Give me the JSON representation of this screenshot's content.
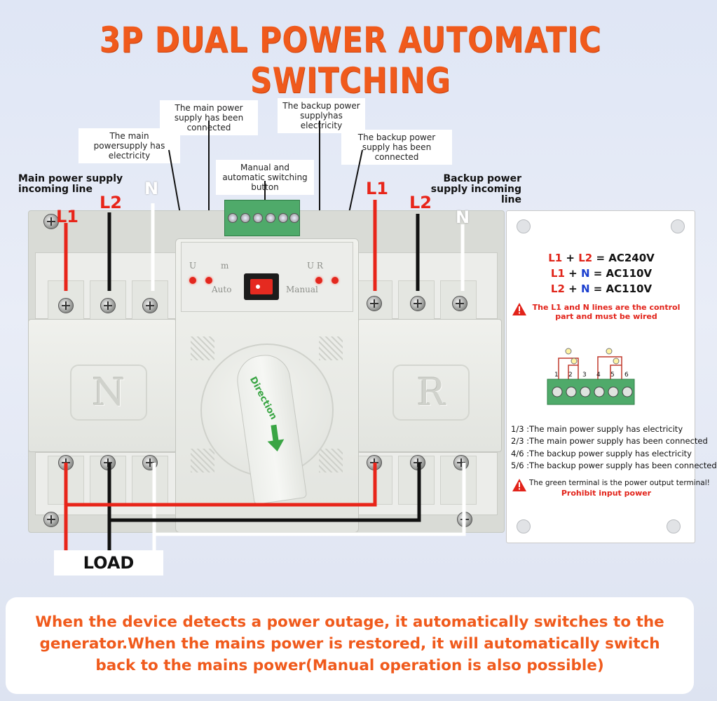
{
  "title": "3P DUAL POWER AUTOMATIC SWITCHING",
  "callouts": {
    "main_connected": "The main power supply has been connected",
    "backup_electricity": "The backup power supplyhas electricity",
    "main_electricity": "The main powersupply has electricity",
    "backup_connected": "The backup power supply has been connected",
    "switch_button": "Manual and automatic switching button"
  },
  "side_labels": {
    "main_incoming": "Main power supply incoming line",
    "backup_incoming": "Backup power supply incoming line"
  },
  "wire_labels": {
    "main_l1": "L1",
    "main_l2": "L2",
    "main_n": "N",
    "backup_l1": "L1",
    "backup_l2": "L2",
    "backup_n": "N"
  },
  "device": {
    "left_emboss": "N",
    "right_emboss": "R",
    "auto_label": "Auto",
    "manual_label": "Manual",
    "left_tiny": "U",
    "left_tiny2": "m",
    "right_tiny": "U R",
    "direction": "Direction"
  },
  "load_label": "LOAD",
  "card": {
    "formulas": [
      {
        "a": "L1",
        "b": "L2",
        "value": "= AC240V"
      },
      {
        "a": "L1",
        "b": "N",
        "value": "= AC110V"
      },
      {
        "a": "L2",
        "b": "N",
        "value": "= AC110V"
      }
    ],
    "control_warning": "The L1 and N lines are the control part and must be wired",
    "terminal_numbers": [
      "1",
      "2",
      "3",
      "4",
      "5",
      "6"
    ],
    "legend": [
      "1/3 :The main power supply has electricity",
      "2/3 :The main power supply has been connected",
      "4/6 :The backup power supply has electricity",
      "5/6 :The backup power supply has been connected"
    ],
    "green_warning": "The green terminal is the power output terminal!",
    "prohibit": "Prohibit input power"
  },
  "bottom_text": "When the device detects a power outage, it automatically switches to the generator.When the mains power is restored, it will automatically switch back to the mains power(Manual operation is also possible)",
  "colors": {
    "accent": "#f05a1c",
    "wire_red": "#e8251a",
    "wire_black": "#111111",
    "blue": "#1b3fcf",
    "terminal_green": "#4faa6a"
  }
}
